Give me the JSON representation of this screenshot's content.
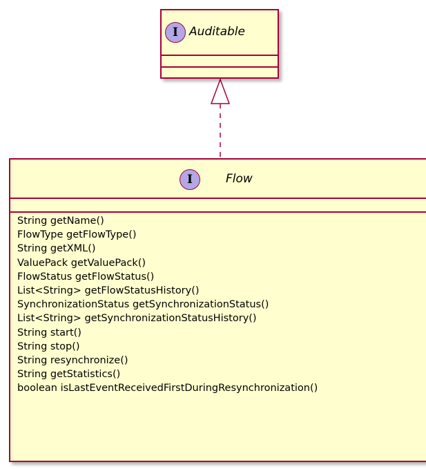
{
  "interfaces": {
    "auditable": {
      "stereotype_letter": "I",
      "name": "Auditable"
    },
    "flow": {
      "stereotype_letter": "I",
      "name": "Flow",
      "methods": [
        "String getName()",
        "FlowType getFlowType()",
        "String getXML()",
        "ValuePack getValuePack()",
        "FlowStatus getFlowStatus()",
        "List<String> getFlowStatusHistory()",
        "SynchronizationStatus getSynchronizationStatus()",
        "List<String> getSynchronizationStatusHistory()",
        "String start()",
        "String stop()",
        "String resynchronize()",
        "String getStatistics()",
        "boolean isLastEventReceivedFirstDuringResynchronization()"
      ]
    }
  },
  "relation": {
    "type": "realization",
    "from": "Flow",
    "to": "Auditable"
  },
  "colors": {
    "box_fill": "#FEFECE",
    "border": "#A80036",
    "stereotype_badge": "#B4A7E5"
  }
}
